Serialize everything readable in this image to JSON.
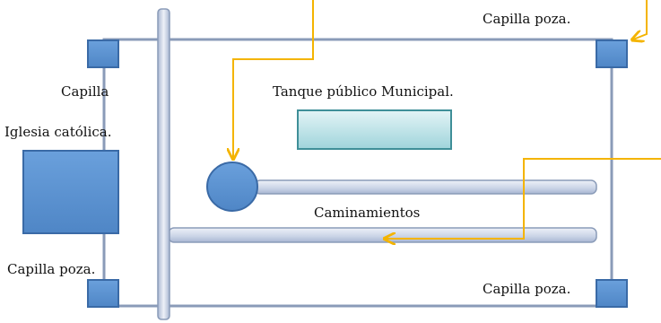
{
  "labels": {
    "capilla_poza_top_right": "Capilla  poza.",
    "capilla_left": "Capilla",
    "iglesia": "Iglesia católica.",
    "tanque": "Tanque público Municipal.",
    "caminamientos": "Caminamientos",
    "capilla_poza_bottom_left": "Capilla  poza.",
    "capilla_poza_bottom_right": "Capilla  poza."
  },
  "colors": {
    "outline": "#8a9bb8",
    "box_fill": "#5b93d3",
    "box_stroke": "#3a6aa6",
    "road_fill_light": "#eef1f8",
    "road_fill_mid": "#c9d3e6",
    "road_fill_dark": "#a8b6d2",
    "tank_fill_top": "#e3f4f6",
    "tank_fill_bottom": "#9fd4db",
    "tank_stroke": "#3f8f98",
    "arrow": "#f4b400"
  }
}
